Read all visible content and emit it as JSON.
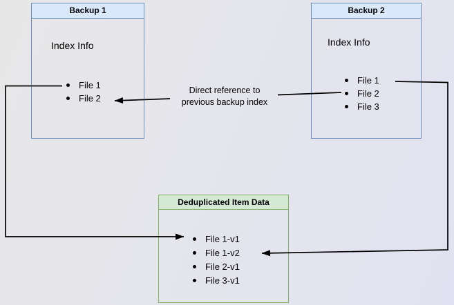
{
  "diagram": {
    "backup1": {
      "title": "Backup 1",
      "section": "Index Info",
      "files": [
        "File 1",
        "File 2"
      ]
    },
    "backup2": {
      "title": "Backup 2",
      "section": "Index Info",
      "files": [
        "File 1",
        "File 2",
        "File 3"
      ]
    },
    "dedup": {
      "title": "Deduplicated Item Data",
      "files": [
        "File 1-v1",
        "File 1-v2",
        "File 2-v1",
        "File 3-v1"
      ]
    },
    "annotation": {
      "line1": "Direct reference to",
      "line2": "previous backup index"
    }
  },
  "colors": {
    "blue_header": "#dae8fc",
    "blue_border": "#6c8ebf",
    "green_header": "#d5e8d4",
    "green_border": "#82b366",
    "arrow": "#000000",
    "text": "#000000"
  }
}
